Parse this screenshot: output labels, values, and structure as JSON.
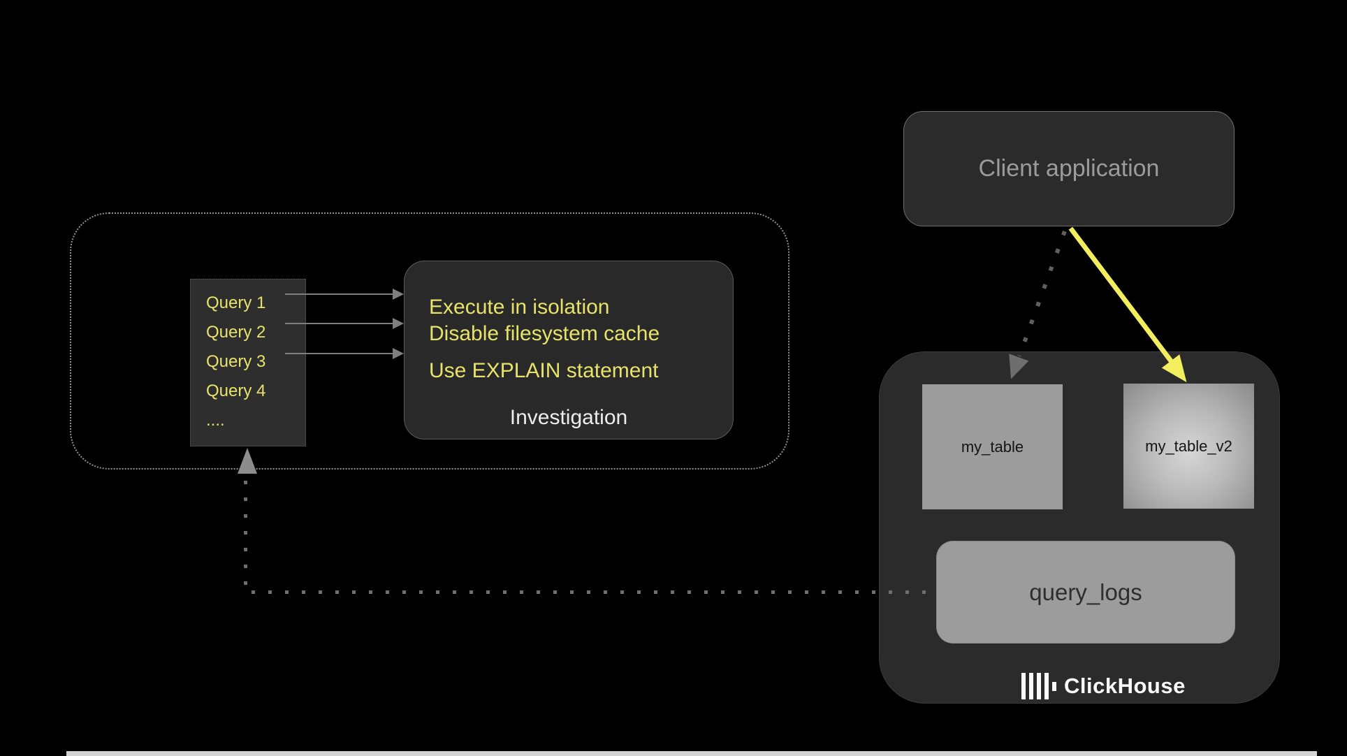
{
  "colors": {
    "background": "#000000",
    "accent_yellow_text": "#e7e36a",
    "accent_yellow_arrow": "#f2ee5e",
    "panel_dark": "#2b2b2b",
    "table_gray": "#9d9d9d",
    "muted_gray_text": "#9b9b9b",
    "white_text": "#ededed",
    "dotted_line_gray": "#6e6e6e"
  },
  "investigation_flow": {
    "queries": {
      "items": [
        "Query 1",
        "Query 2",
        "Query 3",
        "Query 4",
        "...."
      ]
    },
    "investigation": {
      "tips": [
        "Execute in isolation",
        "Disable filesystem cache",
        "Use EXPLAIN statement"
      ],
      "label": "Investigation"
    }
  },
  "client": {
    "label": "Client application"
  },
  "clickhouse": {
    "tables": {
      "primary": "my_table",
      "variant": "my_table_v2"
    },
    "query_logs": "query_logs",
    "brand": "ClickHouse"
  }
}
